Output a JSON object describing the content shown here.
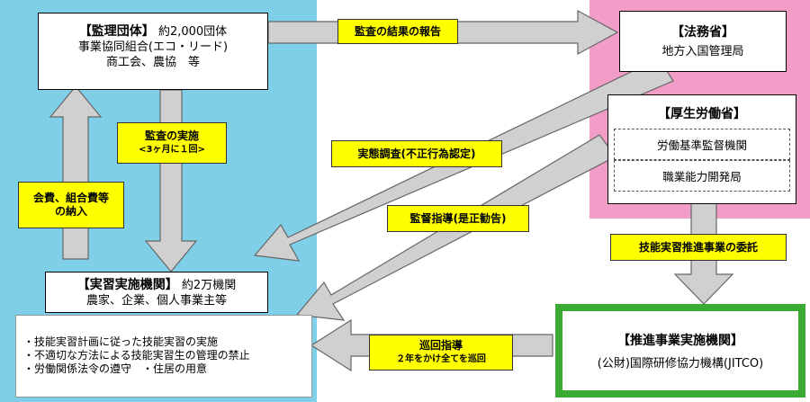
{
  "colors": {
    "left_panel": "#7fcfe8",
    "right_panel": "#f29cc8",
    "label_fill": "#ffff00",
    "arrow_fill": "#d0d0d0",
    "jitco_border": "#3aaa35"
  },
  "kanri": {
    "title": "【監理団体】",
    "count": "約2,000団体",
    "line2": "事業協同組合(エコ・リード)",
    "line3": "商工会、農協　等"
  },
  "homusho": {
    "title": "【法務省】",
    "sub": "地方入国管理局"
  },
  "kosei": {
    "title": "【厚生労働省】",
    "dept1": "労働基準監督機関",
    "dept2": "職業能力開発局"
  },
  "jisshu": {
    "title": "【実習実施機関】",
    "count": "約2万機関",
    "line2": "農家、企業、個人事業主等",
    "duties": [
      "・技能実習計画に従った技能実習の実施",
      "・不適切な方法による技能実習生の管理の禁止",
      "・労働関係法令の遵守　・住居の用意"
    ]
  },
  "suishin": {
    "title": "【推進事業実施機関】",
    "sub": "(公財)国際研修協力機構(JITCO)"
  },
  "labels": {
    "audit_report": "監査の結果の報告",
    "audit_impl": "監査の実施",
    "audit_impl_sub": "<3ヶ月に１回>",
    "fees": "会費、組合費等",
    "fees2": "の納入",
    "inspection": "実態調査(不正行為認定)",
    "supervision": "監督指導(是正勧告)",
    "commission": "技能実習推進事業の委託",
    "patrol": "巡回指導",
    "patrol_sub": "２年をかけ全てを巡回"
  }
}
